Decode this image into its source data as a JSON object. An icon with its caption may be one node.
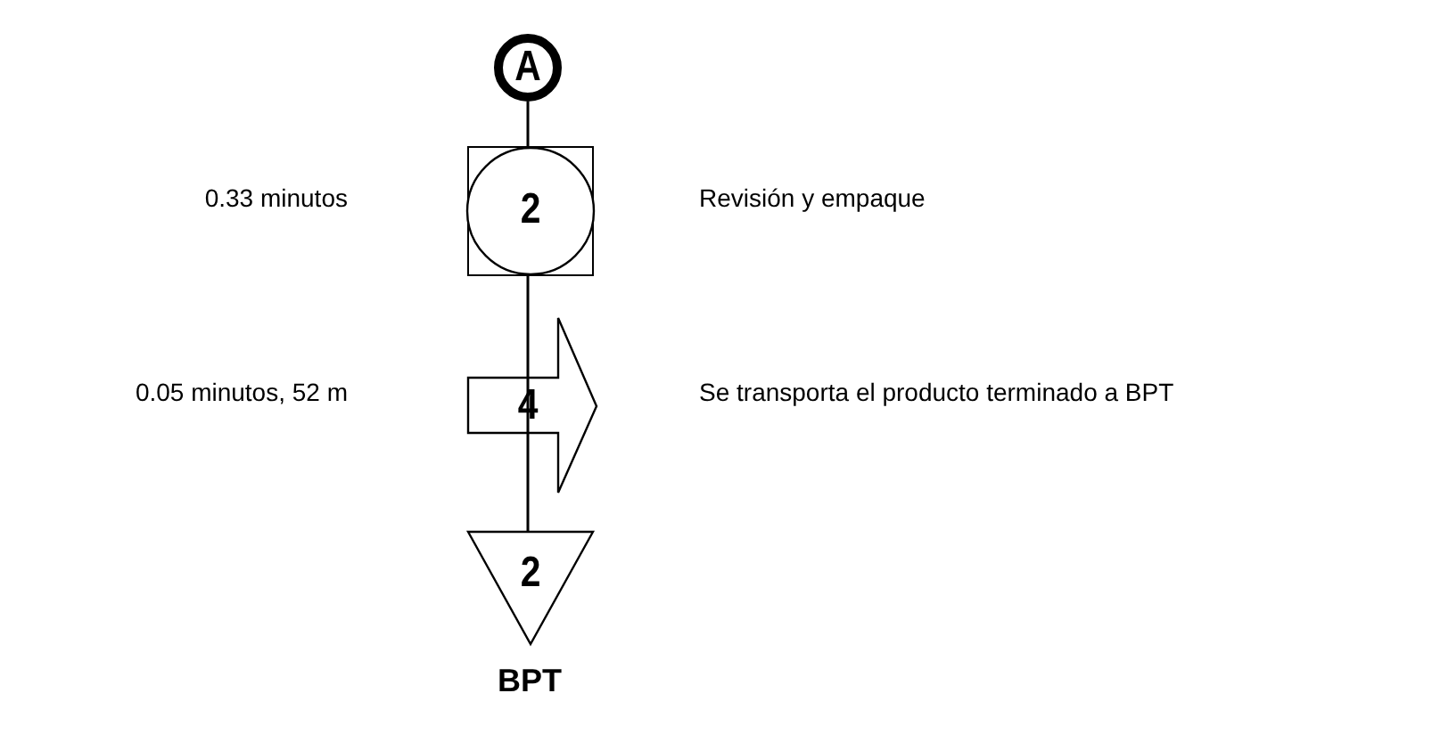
{
  "diagram": {
    "nodes": [
      {
        "text": [
          "A"
        ]
      },
      {
        "text": [
          "2"
        ]
      },
      {
        "text": [
          "4"
        ]
      },
      {
        "text": [
          "2"
        ],
        "beside": [
          "BPT"
        ]
      }
    ],
    "edges": [
      {
        "from": 0,
        "to": 1,
        "arrow": "none"
      },
      {
        "from": 1,
        "to": 2,
        "arrow": "none"
      },
      {
        "from": 2,
        "to": 3,
        "arrow": "none"
      }
    ],
    "labels": [
      "0.33 minutos",
      "Revisión y empaque",
      "0.05 minutos, 52 m",
      "Se transporta el producto terminado a BPT"
    ]
  }
}
